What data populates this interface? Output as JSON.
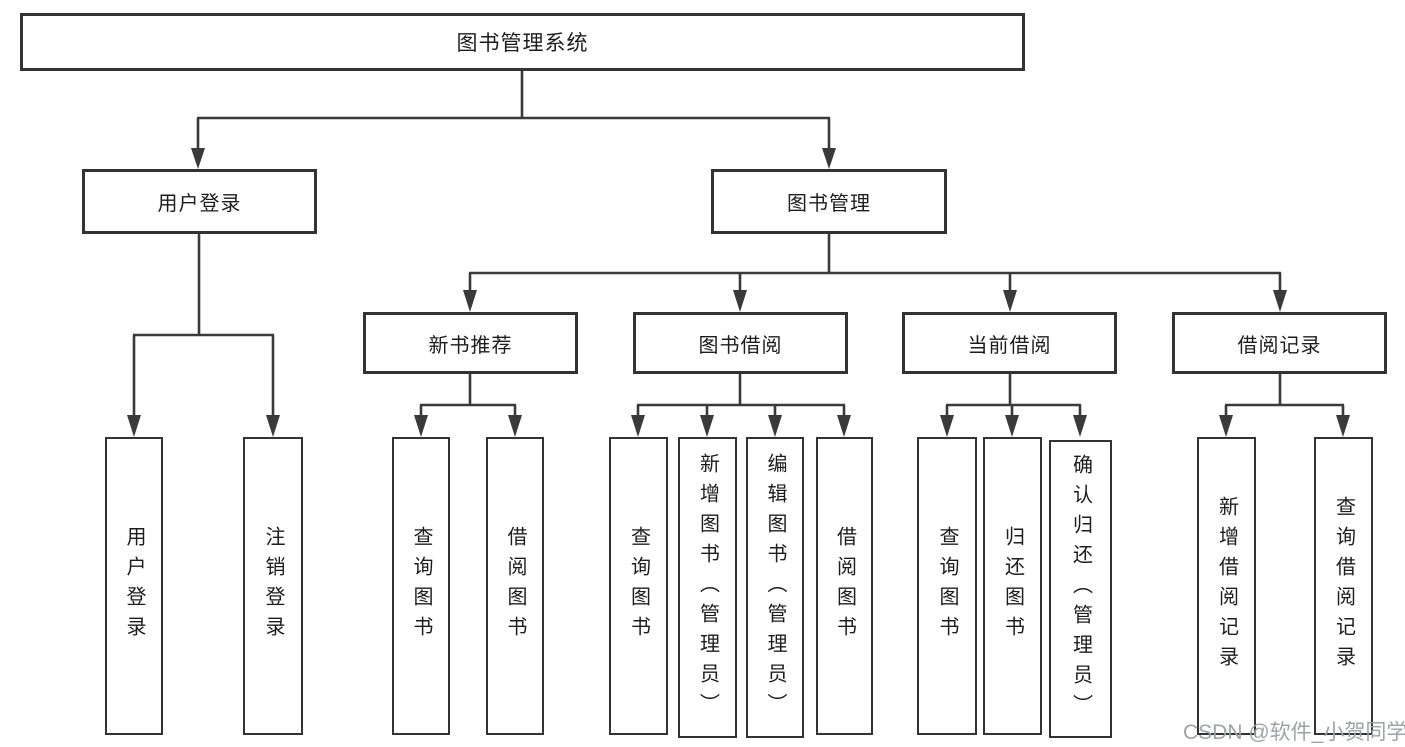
{
  "root": {
    "label": "图书管理系统"
  },
  "branches": [
    {
      "label": "用户登录",
      "leaves": [
        {
          "label": "用户登录"
        },
        {
          "label": "注销登录"
        }
      ]
    },
    {
      "label": "图书管理",
      "sections": [
        {
          "label": "新书推荐",
          "leaves": [
            {
              "label": "查询图书"
            },
            {
              "label": "借阅图书"
            }
          ]
        },
        {
          "label": "图书借阅",
          "leaves": [
            {
              "label": "查询图书"
            },
            {
              "label": "新增图书（管理员）"
            },
            {
              "label": "编辑图书（管理员）"
            },
            {
              "label": "借阅图书"
            }
          ]
        },
        {
          "label": "当前借阅",
          "leaves": [
            {
              "label": "查询图书"
            },
            {
              "label": "归还图书"
            },
            {
              "label": "确认归还（管理员）"
            }
          ]
        },
        {
          "label": "借阅记录",
          "leaves": [
            {
              "label": "新增借阅记录"
            },
            {
              "label": "查询借阅记录"
            }
          ]
        }
      ]
    }
  ],
  "watermark": {
    "text": "CSDN @软件_小贺同学"
  },
  "colors": {
    "line": "#3a3a3a",
    "box_border": "#333333",
    "text": "#1d1d1f",
    "watermark": "#9ea3a8",
    "background": "#ffffff"
  }
}
